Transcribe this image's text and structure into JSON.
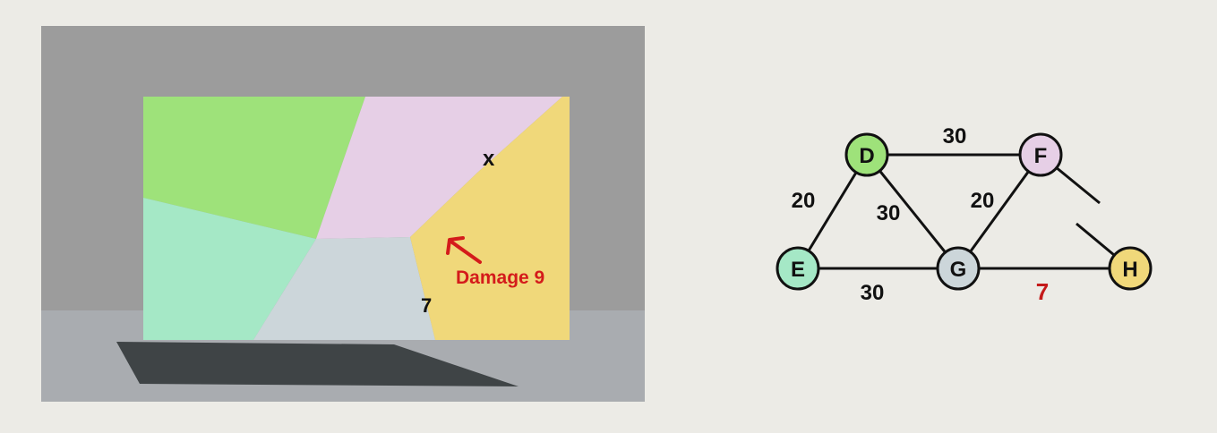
{
  "scene": {
    "marker_x": "x",
    "marker_7": "7",
    "damage_label": "Damage 9",
    "colors": {
      "wall": "#9c9c9c",
      "floor": "#a9acb0",
      "shadow": "#3f4446",
      "green": "#9ee27a",
      "mint": "#a5e8c6",
      "pink": "#e6cfe6",
      "gray_blue": "#ccd6da",
      "yellow": "#f0d87a",
      "damage": "#d41b1b"
    }
  },
  "graph": {
    "nodes": [
      {
        "id": "D",
        "label": "D",
        "color": "#9ee27a"
      },
      {
        "id": "F",
        "label": "F",
        "color": "#e6cfe6"
      },
      {
        "id": "E",
        "label": "E",
        "color": "#a5e8c6"
      },
      {
        "id": "G",
        "label": "G",
        "color": "#ccd6da"
      },
      {
        "id": "H",
        "label": "H",
        "color": "#f0d87a"
      }
    ],
    "edges": [
      {
        "from": "D",
        "to": "F",
        "weight": "30"
      },
      {
        "from": "D",
        "to": "E",
        "weight": "20"
      },
      {
        "from": "D",
        "to": "G",
        "weight": "30"
      },
      {
        "from": "F",
        "to": "G",
        "weight": "20"
      },
      {
        "from": "E",
        "to": "G",
        "weight": "30"
      },
      {
        "from": "G",
        "to": "H",
        "weight": "7",
        "highlight": true
      },
      {
        "from": "F",
        "to": "H",
        "weight": "",
        "broken": true
      }
    ],
    "highlight_color": "#c41a1a"
  }
}
